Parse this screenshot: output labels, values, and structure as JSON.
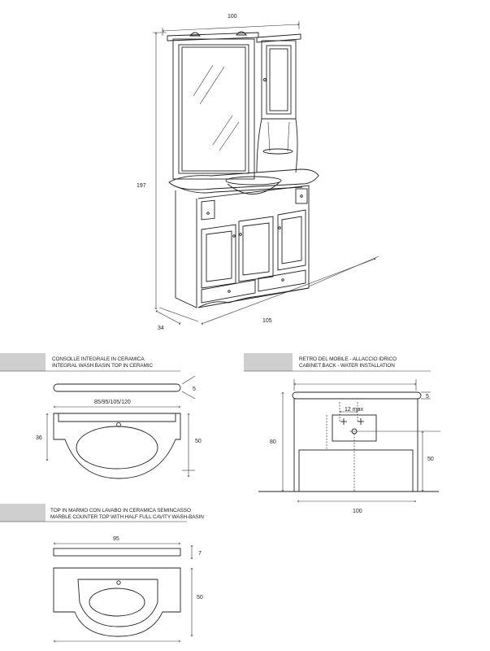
{
  "main_drawing": {
    "width_top": "100",
    "height": "197",
    "depth": "34",
    "width_bottom": "105"
  },
  "consolle": {
    "title_it": "CONSOLLE INTEGRALE IN CERAMICA",
    "title_en": "INTEGRAL WASH BASIN TOP IN CERAMIC",
    "thickness": "5",
    "widths": "85/95/105/120",
    "depth_left": "36",
    "depth_right": "50"
  },
  "cabinet_back": {
    "title_it": "RETRO DEL MOBILE - ALLACCIO IDRICO",
    "title_en": "CABINET BACK - WATER INSTALLATION",
    "top_thickness": "5",
    "spacing": "12 max",
    "height_left": "80",
    "height_right": "50",
    "width": "100"
  },
  "marble_top": {
    "title_it": "TOP IN MARMO CON LAVABO IN CERAMICA SEMINCASSO",
    "title_en": "MARBLE COUNTER TOP WITH HALF FULL CAVITY WASH-BASIN",
    "width": "95",
    "thickness": "7",
    "depth": "50"
  }
}
